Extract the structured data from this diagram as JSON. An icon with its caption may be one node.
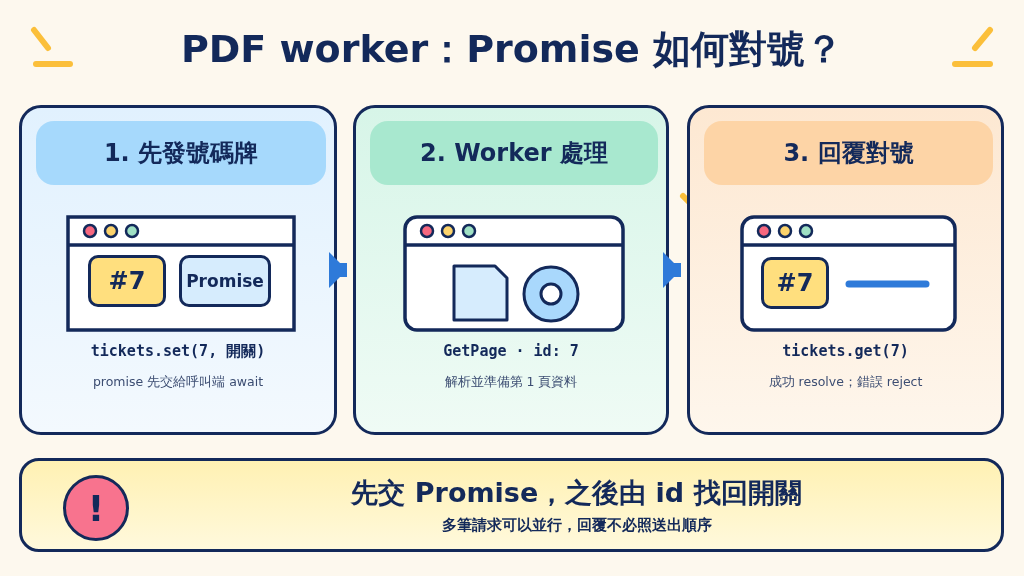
{
  "diagram": {
    "title": "PDF worker：Promise 如何對號？",
    "nodes": [
      {
        "text": [
          "tickets.set(7, 開關)",
          "promise 先交給呼叫端 await"
        ]
      },
      {
        "text": [
          "1. 先發號碼牌"
        ],
        "in": 0
      },
      {
        "text": [
          "#7"
        ],
        "in": 0
      },
      {
        "text": [
          "Promise"
        ],
        "in": 0
      },
      {
        "text": [
          "GetPage · id: 7",
          "解析並準備第 1 頁資料"
        ]
      },
      {
        "text": [
          "2. Worker 處理"
        ],
        "in": 4
      },
      {
        "text": [
          "tickets.get(7)",
          "成功 resolve；錯誤 reject"
        ]
      },
      {
        "text": [
          "3. 回覆對號"
        ],
        "in": 6
      },
      {
        "text": [
          "#7"
        ],
        "in": 6
      },
      {
        "text": [
          "先交 Promise，之後由 id 找回開關",
          "多筆請求可以並行，回覆不必照送出順序"
        ]
      },
      {
        "text": [
          "!"
        ],
        "in": 9
      }
    ],
    "edges": [
      {
        "from": 0,
        "to": 4,
        "arrow": "to"
      },
      {
        "from": 4,
        "to": 6,
        "arrow": "to"
      }
    ]
  }
}
